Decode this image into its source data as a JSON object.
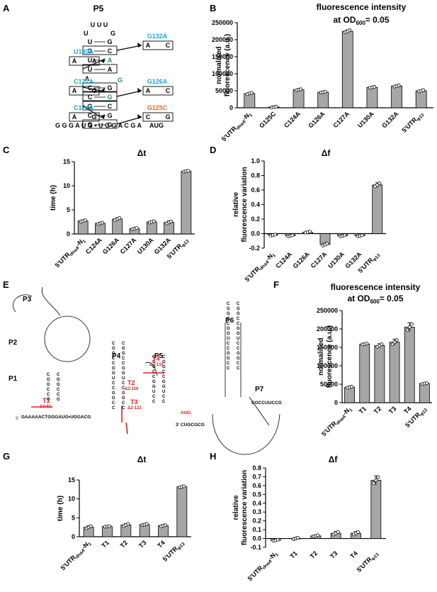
{
  "colors": {
    "bar": "#a6a6a6",
    "red": "#e02020",
    "blue": "#1fa8d8",
    "green": "#2a9a3a",
    "orange": "#ee6a2a"
  },
  "panel_labels": {
    "A": "A",
    "B": "B",
    "C": "C",
    "D": "D",
    "E": "E",
    "F": "F",
    "G": "G",
    "H": "H"
  },
  "chart_data": [
    {
      "id": "B",
      "type": "bar",
      "title": [
        "fluorescence intensity",
        "at OD600= 0.05"
      ],
      "ylabel": [
        "normalised",
        "fluorescence (a.u.)"
      ],
      "ylim": [
        0,
        250000
      ],
      "yticks": [
        "0",
        "50000",
        "100000",
        "150000",
        "200000",
        "250000"
      ],
      "categories": [
        "5'UTRdnaA-N1",
        "G125C",
        "C124A",
        "G126A",
        "C127A",
        "U130A",
        "G132A",
        "5'UTRφ13"
      ],
      "values": [
        42000,
        2000,
        53000,
        46000,
        225000,
        60000,
        64000,
        50000
      ],
      "errors": [
        3000,
        1500,
        2000,
        2000,
        4000,
        2000,
        2500,
        2500
      ]
    },
    {
      "id": "C",
      "type": "bar",
      "title": [
        "Δt"
      ],
      "ylabel": [
        "time (h)"
      ],
      "ylim": [
        0,
        15
      ],
      "yticks": [
        "0",
        "5",
        "10",
        "15"
      ],
      "categories": [
        "5'UTRdnaA-N1",
        "C124A",
        "G126A",
        "C127A",
        "U130A",
        "G132A",
        "5'UTRφ13"
      ],
      "values": [
        2.7,
        2.2,
        3.1,
        1.1,
        2.5,
        2.4,
        13.0
      ],
      "errors": [
        0.2,
        0.2,
        0.3,
        0.2,
        0.2,
        0.3,
        0.1
      ]
    },
    {
      "id": "D",
      "type": "bar",
      "title": [
        "Δf"
      ],
      "ylabel": [
        "relative",
        "fluorescence variation"
      ],
      "ylim": [
        -0.2,
        1.0
      ],
      "yticks": [
        "-0.2",
        "0.0",
        "0.2",
        "0.4",
        "0.6",
        "0.8",
        "1.0"
      ],
      "categories": [
        "5'UTRdnaA-N1",
        "C124A",
        "G126A",
        "C127A",
        "U130A",
        "G132A",
        "5'UTRφ13"
      ],
      "values": [
        -0.02,
        -0.03,
        0.02,
        -0.15,
        -0.03,
        -0.03,
        0.67
      ],
      "errors": [
        0.01,
        0.01,
        0.01,
        0.02,
        0.01,
        0.01,
        0.03
      ]
    },
    {
      "id": "F",
      "type": "bar",
      "title": [
        "fluorescence intensity",
        "at OD600= 0.05"
      ],
      "ylabel": [
        "normalised",
        "fluorescence (a.u.)"
      ],
      "ylim": [
        0,
        250000
      ],
      "yticks": [
        "0",
        "50000",
        "100000",
        "150000",
        "200000",
        "250000"
      ],
      "categories": [
        "5'UTRdnaA-N1",
        "T1",
        "T2",
        "T3",
        "T4",
        "5'UTRφ13"
      ],
      "values": [
        42000,
        159000,
        155000,
        164000,
        205000,
        52000
      ],
      "errors": [
        2000,
        2000,
        5000,
        8000,
        12000,
        2000
      ]
    },
    {
      "id": "G",
      "type": "bar",
      "title": [
        "Δt"
      ],
      "ylabel": [
        "time (h)"
      ],
      "ylim": [
        0,
        15
      ],
      "yticks": [
        "0",
        "5",
        "10",
        "15"
      ],
      "categories": [
        "5'UTRdnaA-N1",
        "T1",
        "T2",
        "T3",
        "T4",
        "5'UTRφ13"
      ],
      "values": [
        2.5,
        2.7,
        3.1,
        3.2,
        2.9,
        13.2
      ],
      "errors": [
        0.4,
        0.1,
        0.4,
        0.2,
        0.2,
        0.2
      ]
    },
    {
      "id": "H",
      "type": "bar",
      "title": [
        "Δf"
      ],
      "ylabel": [
        "relative",
        "fluorescence variation"
      ],
      "ylim": [
        -0.1,
        0.8
      ],
      "yticks": [
        "-0.1",
        "0.0",
        "0.1",
        "0.2",
        "0.3",
        "0.4",
        "0.5",
        "0.6",
        "0.7",
        "0.8"
      ],
      "categories": [
        "5'UTRdnaA-N1",
        "T1",
        "T2",
        "T3",
        "T4",
        "5'UTRφ13"
      ],
      "values": [
        -0.02,
        0.0,
        0.03,
        0.06,
        0.06,
        0.66
      ],
      "errors": [
        0.01,
        0.01,
        0.01,
        0.02,
        0.02,
        0.05
      ]
    }
  ],
  "panelA": {
    "title": "P5",
    "loop": "U U U",
    "stem": [
      [
        "U",
        "G"
      ],
      [
        "G",
        "C"
      ],
      [
        "U",
        "A"
      ],
      [
        "U",
        "A"
      ],
      [
        "A",
        ""
      ],
      [
        "C",
        "G"
      ],
      [
        "C",
        "G"
      ],
      [
        "G",
        "C"
      ],
      [
        "C",
        "G"
      ],
      [
        "G",
        "G"
      ]
    ],
    "bottom_seq": "G G G A U G • U G G A C G A",
    "start_codon": "AUG",
    "mutations": [
      "G132A",
      "U130A",
      "C127A",
      "G126A",
      "C124A",
      "G125C"
    ],
    "mut_boxes": [
      [
        "A",
        "C"
      ],
      [
        "A",
        "A"
      ],
      [
        "A",
        "G"
      ],
      [
        "A",
        "C"
      ],
      [
        "A",
        "G"
      ],
      [
        "C",
        "G"
      ]
    ],
    "green_mark": "G"
  },
  "panelE": {
    "stems": [
      "P1",
      "P2",
      "P3",
      "P4",
      "P5",
      "P6",
      "P7"
    ],
    "truncations": [
      {
        "name": "T1",
        "range": "Δ2-81"
      },
      {
        "name": "T2",
        "range": "Δ2-116"
      },
      {
        "name": "T3",
        "range": "Δ2-122"
      },
      {
        "name": "T4",
        "range": "Δ2-131"
      }
    ],
    "start_codon": "AUG",
    "five_prime": "5'",
    "three_prime": "3'",
    "seq_p1_left": "C-G-G-C-C-G-G-U-C",
    "seq_main": "GAAAAACTGGGAUG•UGGACG",
    "seq_p7": "CGCCUUCCG",
    "seq_3p": "CUGCGCG"
  }
}
